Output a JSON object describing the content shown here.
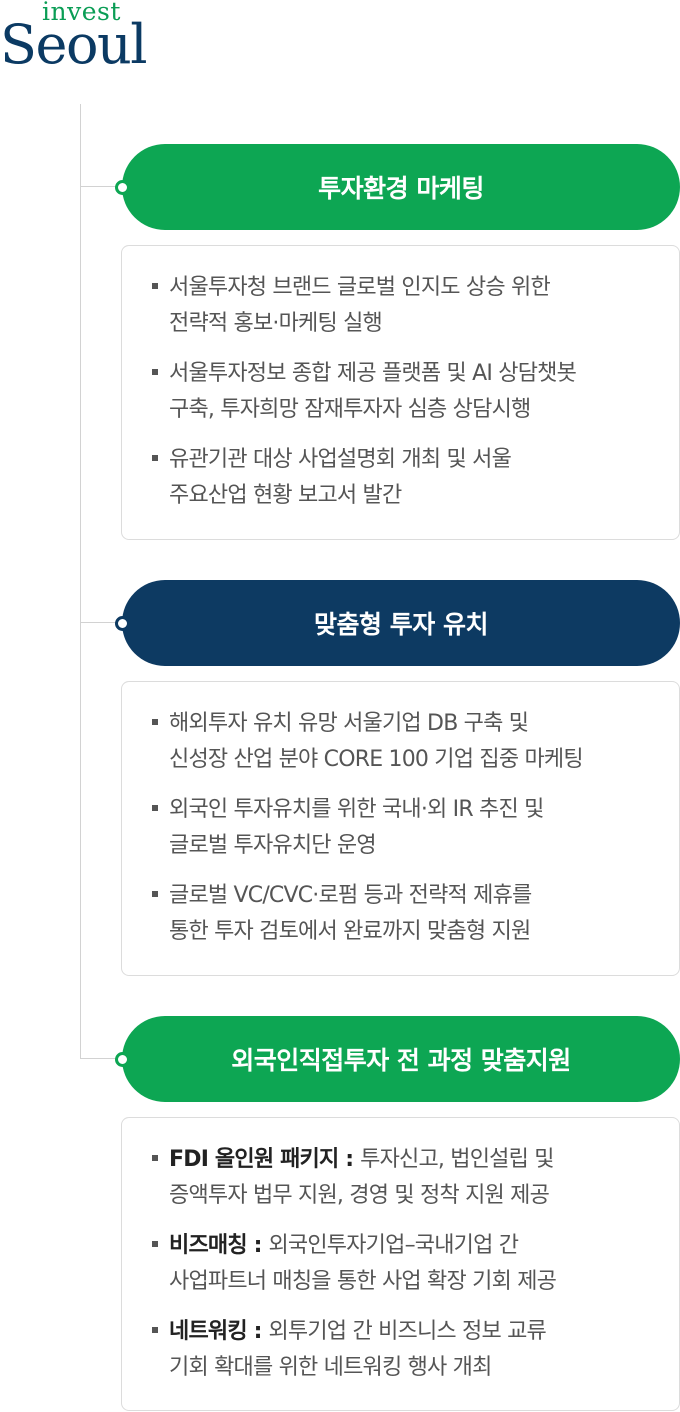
{
  "logo": {
    "invest": "invest",
    "seoul": "Seoul"
  },
  "sections": [
    {
      "title": "투자환경 마케팅",
      "theme": "green",
      "items": [
        {
          "lines": [
            "서울투자청 브랜드 글로벌 인지도 상승 위한",
            "전략적 홍보·마케팅 실행"
          ]
        },
        {
          "lines": [
            "서울투자정보 종합 제공 플랫폼 및 AI 상담챗봇",
            "구축, 투자희망 잠재투자자 심층 상담시행"
          ]
        },
        {
          "lines": [
            "유관기관 대상 사업설명회 개최 및 서울",
            "주요산업 현황 보고서 발간"
          ]
        }
      ]
    },
    {
      "title": "맞춤형 투자 유치",
      "theme": "navy",
      "items": [
        {
          "lines": [
            "해외투자 유치 유망 서울기업 DB 구축 및",
            "신성장 산업 분야 CORE 100 기업 집중 마케팅"
          ]
        },
        {
          "lines": [
            "외국인 투자유치를 위한 국내·외 IR 추진 및",
            "글로벌 투자유치단 운영"
          ]
        },
        {
          "lines": [
            "글로벌  VC/CVC·로펌 등과 전략적 제휴를",
            "통한 투자 검토에서 완료까지 맞춤형 지원"
          ]
        }
      ]
    },
    {
      "title": "외국인직접투자 전 과정 맞춤지원",
      "theme": "green",
      "items": [
        {
          "label": "FDI 올인원 패키지 : ",
          "lines": [
            "투자신고, 법인설립 및",
            "증액투자 법무 지원, 경영 및 정착 지원 제공"
          ]
        },
        {
          "label": "비즈매칭 : ",
          "lines": [
            "외국인투자기업–국내기업 간",
            "사업파트너 매칭을 통한 사업 확장 기회 제공"
          ]
        },
        {
          "label": "네트워킹 : ",
          "lines": [
            "외투기업 간 비즈니스 정보 교류",
            "기회 확대를 위한 네트워킹  행사 개최"
          ]
        }
      ]
    }
  ],
  "colors": {
    "green": "#0da653",
    "navy": "#0d3a62",
    "line": "#d2d2d2",
    "text": "#555555"
  }
}
